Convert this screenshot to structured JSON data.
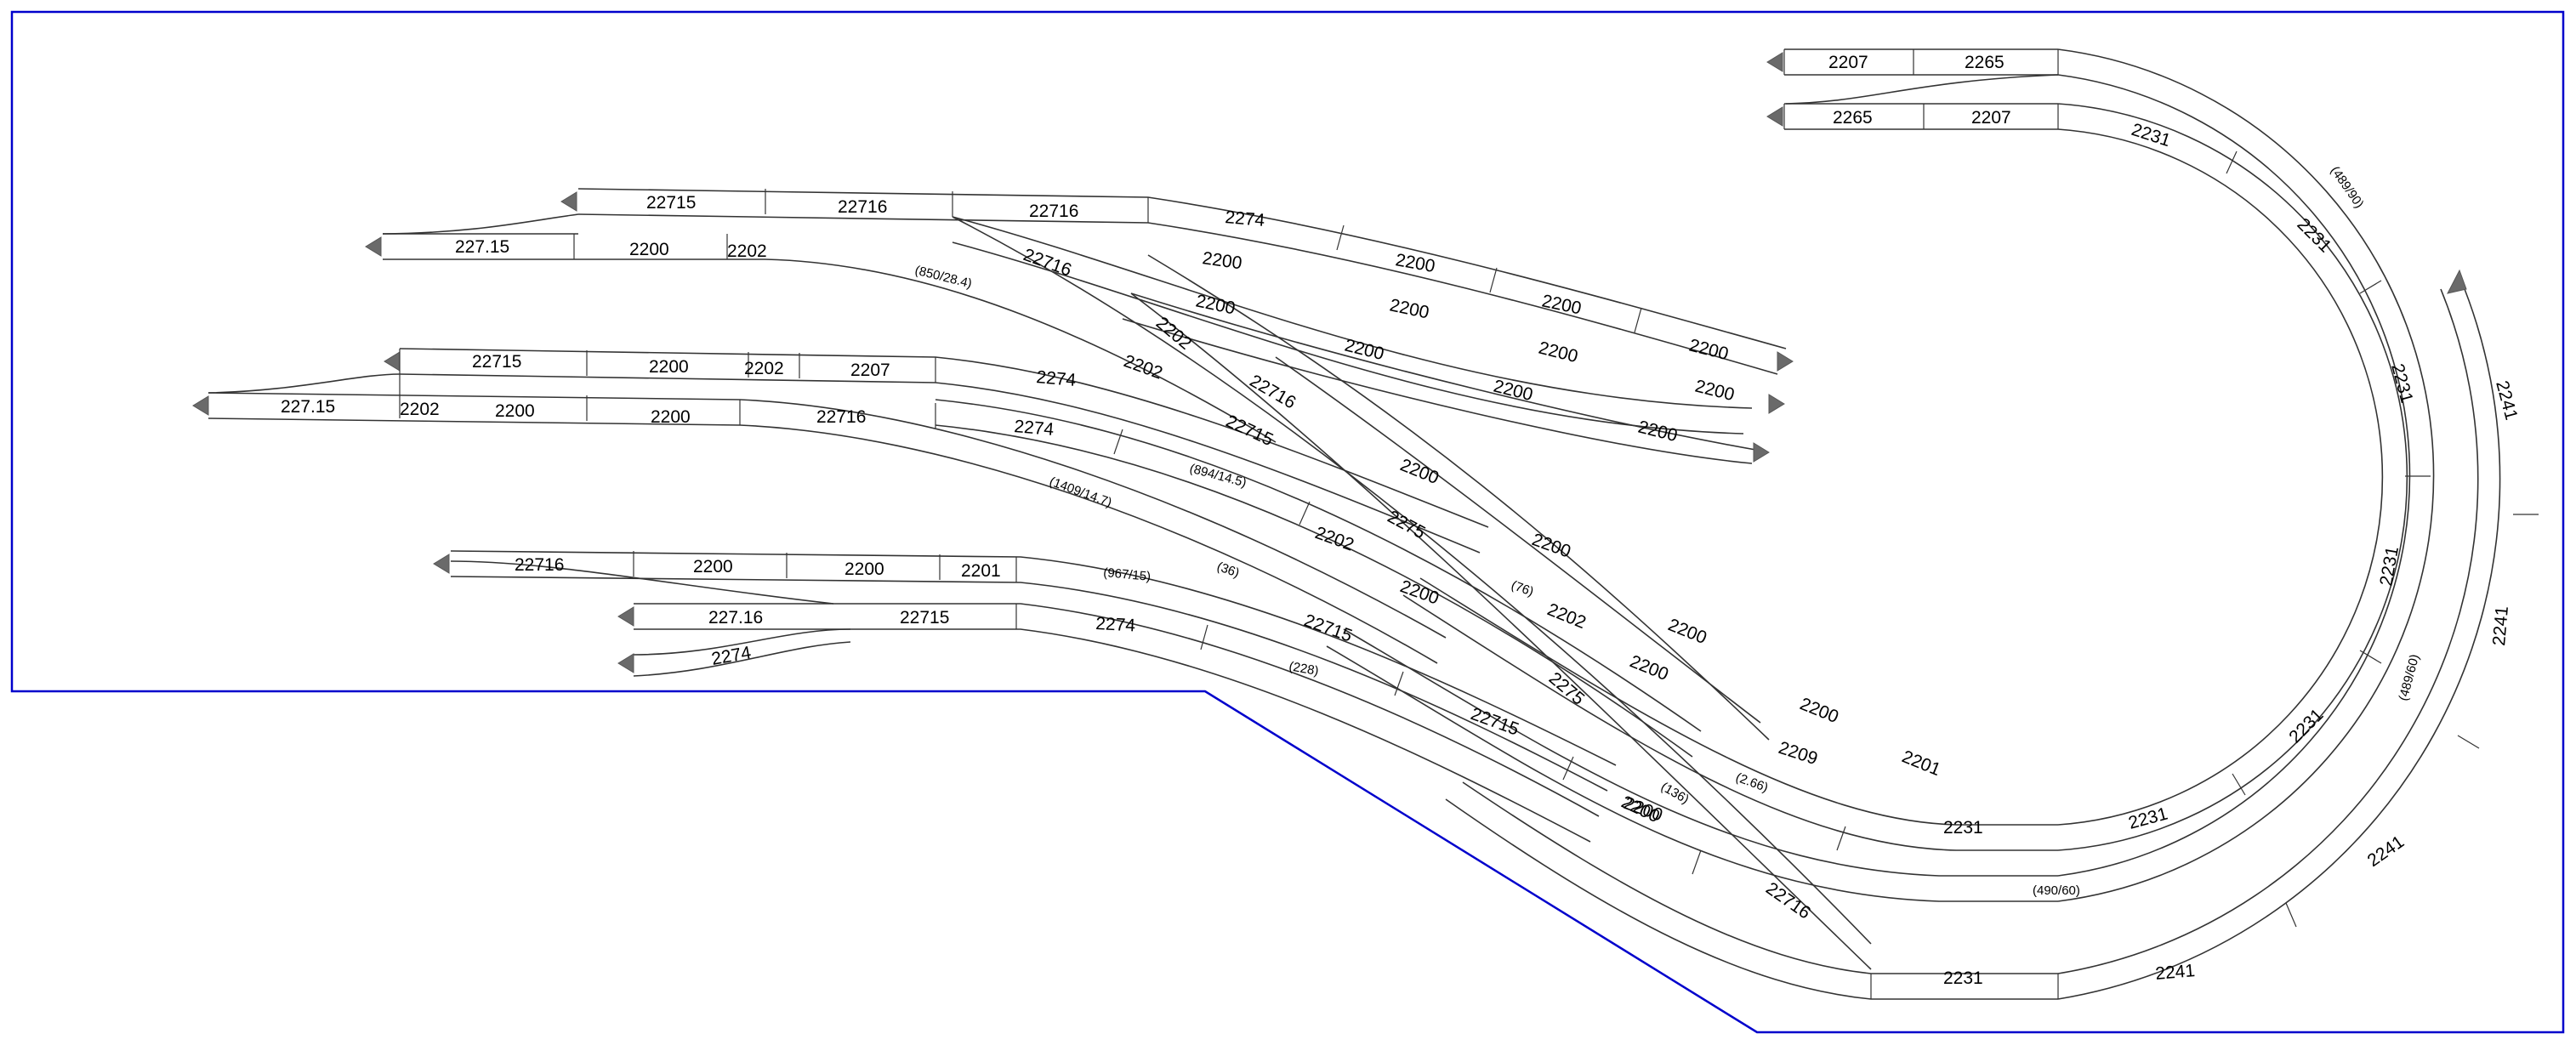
{
  "colors": {
    "board_outline": "#0000cc",
    "track": "#333333",
    "end_stop": "#6a6a6a",
    "background": "#ffffff"
  },
  "part_labels": [
    {
      "id": "L1",
      "text": "2207"
    },
    {
      "id": "L2",
      "text": "2265"
    },
    {
      "id": "L3",
      "text": "2265"
    },
    {
      "id": "L4",
      "text": "2207"
    },
    {
      "id": "L5",
      "text": "2231"
    },
    {
      "id": "L6",
      "text": "2231"
    },
    {
      "id": "L7",
      "text": "2231"
    },
    {
      "id": "L8",
      "text": "2231"
    },
    {
      "id": "L9",
      "text": "2231"
    },
    {
      "id": "L10",
      "text": "2231"
    },
    {
      "id": "L11",
      "text": "2231"
    },
    {
      "id": "L12",
      "text": "2231"
    },
    {
      "id": "L13",
      "text": "2241"
    },
    {
      "id": "L14",
      "text": "2241"
    },
    {
      "id": "L15",
      "text": "2241"
    },
    {
      "id": "L16",
      "text": "2241"
    },
    {
      "id": "L17",
      "text": "22715"
    },
    {
      "id": "L18",
      "text": "22716"
    },
    {
      "id": "L19",
      "text": "22716"
    },
    {
      "id": "L20",
      "text": "2274"
    },
    {
      "id": "L21",
      "text": "227.15"
    },
    {
      "id": "L22",
      "text": "2200"
    },
    {
      "id": "L23",
      "text": "2202"
    },
    {
      "id": "L24",
      "text": "2200"
    },
    {
      "id": "L25",
      "text": "2200"
    },
    {
      "id": "L26",
      "text": "2200"
    },
    {
      "id": "L27",
      "text": "2200"
    },
    {
      "id": "L28",
      "text": "22716"
    },
    {
      "id": "L29",
      "text": "2200"
    },
    {
      "id": "L30",
      "text": "2200"
    },
    {
      "id": "L31",
      "text": "2200"
    },
    {
      "id": "L32",
      "text": "2202"
    },
    {
      "id": "L33",
      "text": "2200"
    },
    {
      "id": "L34",
      "text": "2200"
    },
    {
      "id": "L35",
      "text": "2200"
    },
    {
      "id": "L36",
      "text": "2200"
    },
    {
      "id": "L37",
      "text": "22715"
    },
    {
      "id": "L38",
      "text": "2200"
    },
    {
      "id": "L39",
      "text": "2202"
    },
    {
      "id": "L40",
      "text": "2207"
    },
    {
      "id": "L41",
      "text": "2274"
    },
    {
      "id": "L42",
      "text": "2202"
    },
    {
      "id": "L43",
      "text": "22716"
    },
    {
      "id": "L44",
      "text": "227.15"
    },
    {
      "id": "L45",
      "text": "2202"
    },
    {
      "id": "L46",
      "text": "2200"
    },
    {
      "id": "L47",
      "text": "2200"
    },
    {
      "id": "L48",
      "text": "22716"
    },
    {
      "id": "L49",
      "text": "2274"
    },
    {
      "id": "L50",
      "text": "22715"
    },
    {
      "id": "L51",
      "text": "2200"
    },
    {
      "id": "L52",
      "text": "2275"
    },
    {
      "id": "L53",
      "text": "2200"
    },
    {
      "id": "L54",
      "text": "2202"
    },
    {
      "id": "L55",
      "text": "2200"
    },
    {
      "id": "L56",
      "text": "2202"
    },
    {
      "id": "L57",
      "text": "2200"
    },
    {
      "id": "L58",
      "text": "2200"
    },
    {
      "id": "L59",
      "text": "2200"
    },
    {
      "id": "L60",
      "text": "2201"
    },
    {
      "id": "L61",
      "text": "2209"
    },
    {
      "id": "L62",
      "text": "2275"
    },
    {
      "id": "L63",
      "text": "2200"
    },
    {
      "id": "L64",
      "text": "22716"
    },
    {
      "id": "L65",
      "text": "22716"
    },
    {
      "id": "L66",
      "text": "2200"
    },
    {
      "id": "L67",
      "text": "2200"
    },
    {
      "id": "L68",
      "text": "2201"
    },
    {
      "id": "L69",
      "text": "227.16"
    },
    {
      "id": "L70",
      "text": "22715"
    },
    {
      "id": "L71",
      "text": "2274"
    },
    {
      "id": "L72",
      "text": "2274"
    },
    {
      "id": "L73",
      "text": "22715"
    },
    {
      "id": "L74",
      "text": "22715"
    },
    {
      "id": "L75",
      "text": "2200"
    }
  ],
  "dimension_labels": [
    {
      "id": "D1",
      "text": "(489/90)"
    },
    {
      "id": "D2",
      "text": "(489/60)"
    },
    {
      "id": "D3",
      "text": "(490/60)"
    },
    {
      "id": "D4",
      "text": "(850/28.4)"
    },
    {
      "id": "D5",
      "text": "(1409/14.7)"
    },
    {
      "id": "D6",
      "text": "(894/14.5)"
    },
    {
      "id": "D7",
      "text": "(967/15)"
    },
    {
      "id": "D8",
      "text": "(36)"
    },
    {
      "id": "D9",
      "text": "(76)"
    },
    {
      "id": "D10",
      "text": "(228)"
    },
    {
      "id": "D11",
      "text": "(136)"
    },
    {
      "id": "D12",
      "text": "(2.66)"
    }
  ]
}
